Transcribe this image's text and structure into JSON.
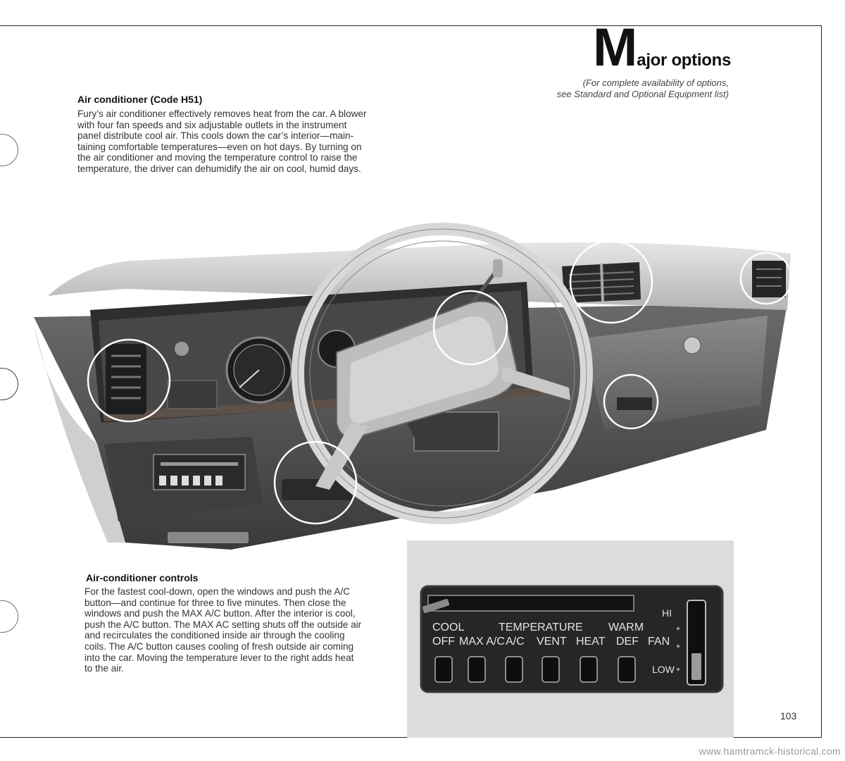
{
  "header": {
    "title_initial": "M",
    "title_rest": "ajor options",
    "availability_line1": "(For complete availability of options,",
    "availability_line2": "see Standard and Optional Equipment list)"
  },
  "section_ac": {
    "heading": "Air conditioner (Code H51)",
    "lines": [
      "Fury’s air conditioner effectively removes heat from the car. A blower",
      "with four fan speeds and six adjustable outlets in the instrument",
      "panel distribute cool air. This cools down the car’s interior—main-",
      "taining comfortable temperatures—even on hot days. By turning on",
      "the air conditioner and moving the temperature control to raise the",
      "temperature, the driver can dehumidify the air on cool, humid days."
    ]
  },
  "section_controls": {
    "heading": "Air-conditioner controls",
    "lines": [
      "For the fastest cool-down, open the windows and push the A/C",
      "button—and continue for three to five minutes. Then close the",
      "windows and push the MAX A/C button. After the interior is cool,",
      "push the A/C button. The MAX AC setting shuts off the outside air",
      "and recirculates the conditioned inside air through the cooling",
      "coils. The A/C button causes cooling of fresh outside air coming",
      "into the car. Moving the temperature lever to the right adds heat",
      "to the air."
    ]
  },
  "control_panel": {
    "cool": "COOL",
    "temperature": "TEMPERATURE",
    "warm": "WARM",
    "buttons": [
      "OFF",
      "MAX A/C",
      "A/C",
      "VENT",
      "HEAT",
      "DEF"
    ],
    "fan_label": "FAN",
    "fan_hi": "HI",
    "fan_low": "LOW"
  },
  "page_number": "103",
  "watermark": "www.hamtramck-historical.com"
}
